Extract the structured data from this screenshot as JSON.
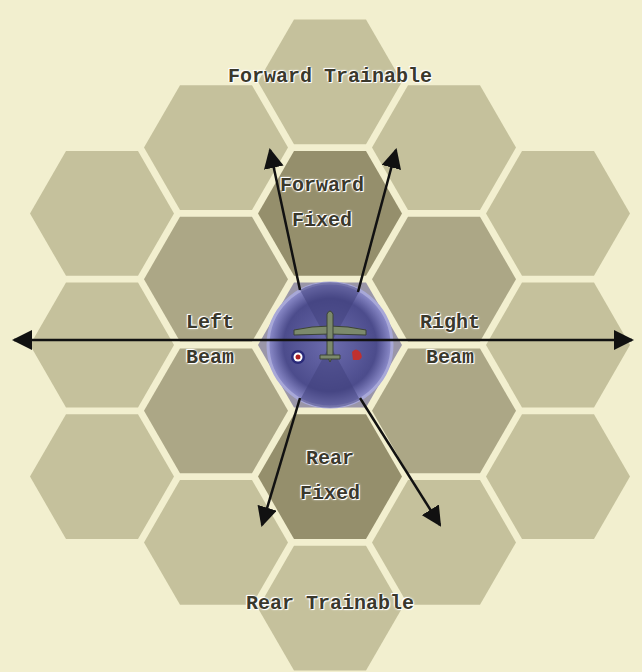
{
  "diagram": {
    "labels": [
      "Forward Trainable",
      "Forward Fixed",
      "Left Beam",
      "Right Beam",
      "Rear Fixed",
      "Rear Trainable"
    ]
  }
}
